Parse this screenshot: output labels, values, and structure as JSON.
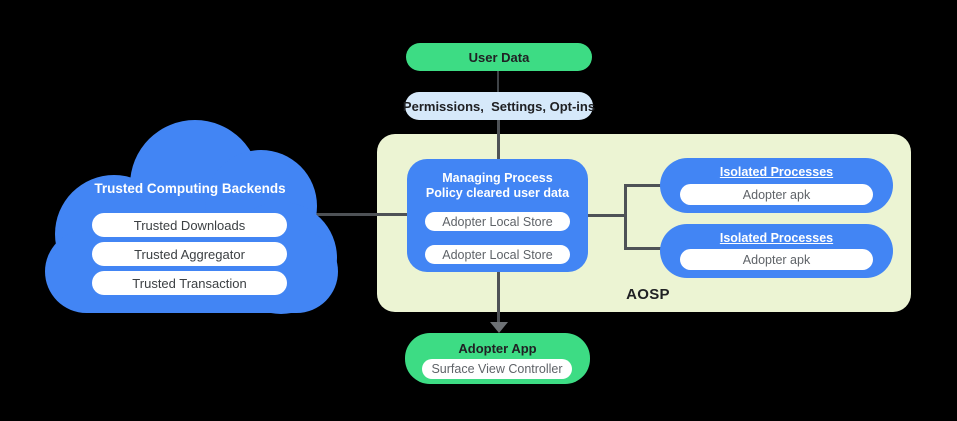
{
  "colors": {
    "background": "#000000",
    "blue": "#4285f4",
    "green": "#3ddc84",
    "light_blue": "#d6e9fa",
    "aosp_background": "#ecf4d3",
    "connector_line": "#4e5256",
    "pill_white": "#ffffff",
    "dark_text": "#202124",
    "pill_text": "#5f6368"
  },
  "user_data": {
    "label": "User Data"
  },
  "permissions": {
    "label": "Permissions,  Settings, Opt-ins"
  },
  "cloud": {
    "title": "Trusted Computing Backends",
    "items": [
      {
        "label": "Trusted Downloads"
      },
      {
        "label": "Trusted Aggregator"
      },
      {
        "label": "Trusted Transaction"
      }
    ]
  },
  "aosp": {
    "label": "AOSP"
  },
  "managing_process": {
    "title_line1": "Managing Process",
    "title_line2": "Policy cleared user data",
    "stores": [
      {
        "label": "Adopter Local Store"
      },
      {
        "label": "Adopter Local Store"
      }
    ]
  },
  "isolated_processes": [
    {
      "title": "Isolated Processes",
      "item": "Adopter apk"
    },
    {
      "title": "Isolated Processes",
      "item": "Adopter apk"
    }
  ],
  "adopter_app": {
    "title": "Adopter App",
    "item": "Surface View Controller"
  }
}
